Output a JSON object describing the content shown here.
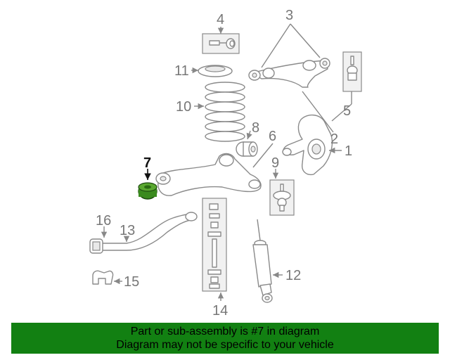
{
  "diagram": {
    "labels": {
      "l1": "1",
      "l2": "2",
      "l3": "3",
      "l4": "4",
      "l5": "5",
      "l6": "6",
      "l7": "7",
      "l8": "8",
      "l9": "9",
      "l10": "10",
      "l11": "11",
      "l12": "12",
      "l13": "13",
      "l14": "14",
      "l15": "15",
      "l16": "16"
    },
    "highlighted_part": "7",
    "highlight_color": "#3a8a1e"
  },
  "banner": {
    "line1": "Part or sub-assembly is #7 in diagram",
    "line2": "Diagram may not be specific to your vehicle",
    "background": "#128012"
  }
}
